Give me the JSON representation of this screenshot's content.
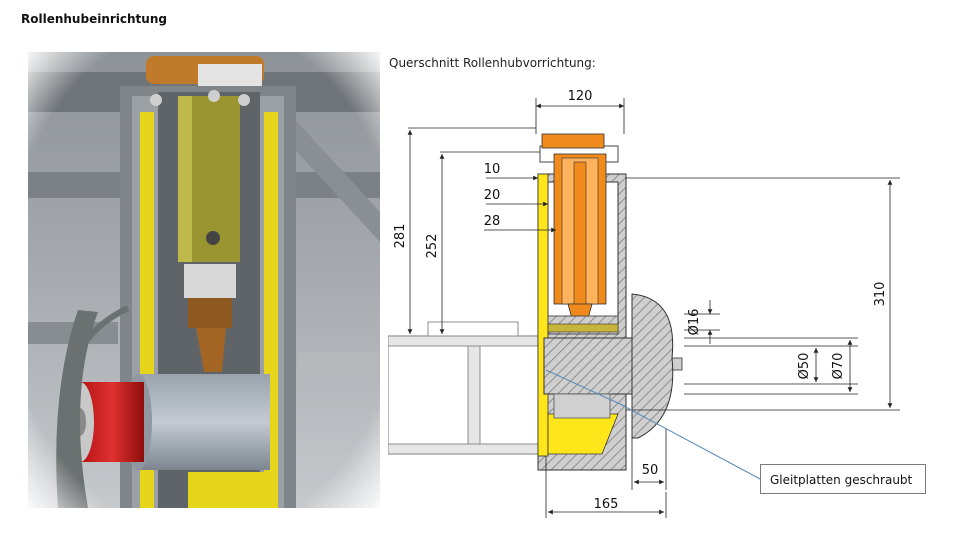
{
  "page": {
    "title": "Rollenhubeinrichtung",
    "subtitle": "Querschnitt Rollenhubvorrichtung:"
  },
  "drawing": {
    "dimensions": {
      "width_top": "120",
      "height_total": "281",
      "height_inner": "252",
      "offset_10": "10",
      "offset_20": "20",
      "offset_28": "28",
      "height_right": "310",
      "bolt_dia": "Ø16",
      "shaft_dia": "Ø50",
      "flange_dia": "Ø70",
      "roller_width": "50",
      "depth_bottom": "165"
    },
    "callout": "Gleitplatten geschraubt"
  },
  "colors": {
    "yellow": "#ffe61a",
    "orange": "#f08a1c",
    "hatch": "#9a9a9a",
    "dark": "#5f5f5f",
    "callout_line": "#5a8ab8"
  }
}
